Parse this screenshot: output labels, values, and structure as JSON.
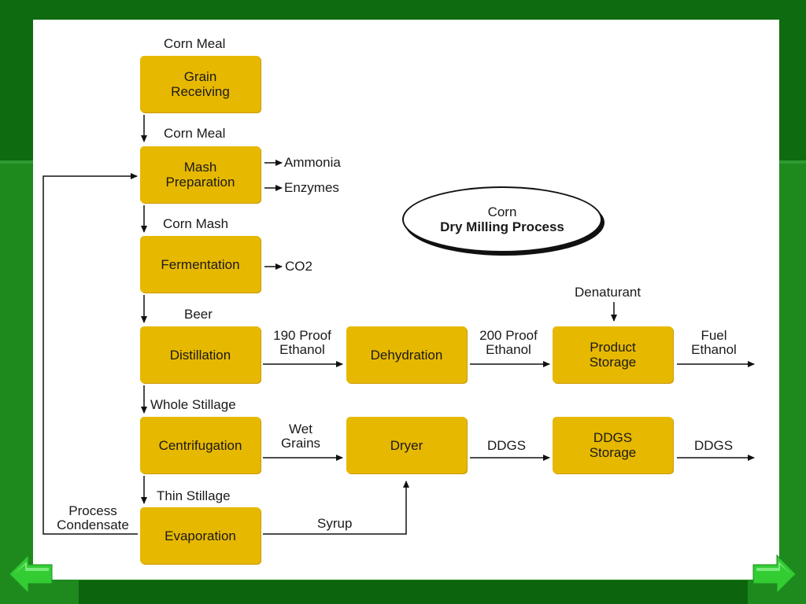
{
  "title": {
    "line1": "Corn",
    "line2": "Dry Milling Process"
  },
  "boxes": {
    "grain_receiving": "Grain\nReceiving",
    "mash_preparation": "Mash\nPreparation",
    "fermentation": "Fermentation",
    "distillation": "Distillation",
    "centrifugation": "Centrifugation",
    "evaporation": "Evaporation",
    "dehydration": "Dehydration",
    "dryer": "Dryer",
    "product_storage": "Product\nStorage",
    "ddgs_storage": "DDGS\nStorage"
  },
  "labels": {
    "corn_meal_top": "Corn Meal",
    "corn_meal": "Corn Meal",
    "ammonia": "Ammonia",
    "enzymes": "Enzymes",
    "corn_mash": "Corn Mash",
    "co2": "CO2",
    "beer": "Beer",
    "proof190": "190 Proof\nEthanol",
    "proof200": "200 Proof\nEthanol",
    "denaturant": "Denaturant",
    "fuel_ethanol": "Fuel\nEthanol",
    "whole_stillage": "Whole Stillage",
    "wet_grains": "Wet\nGrains",
    "ddgs_mid": "DDGS",
    "ddgs_out": "DDGS",
    "thin_stillage": "Thin Stillage",
    "process_condensate": "Process\nCondensate",
    "syrup": "Syrup"
  },
  "nav": {
    "prev": "previous-slide",
    "next": "next-slide"
  },
  "colors": {
    "box": "#e7b800",
    "background": "#1e8a1e",
    "nav_arrow": "#33cc33"
  }
}
